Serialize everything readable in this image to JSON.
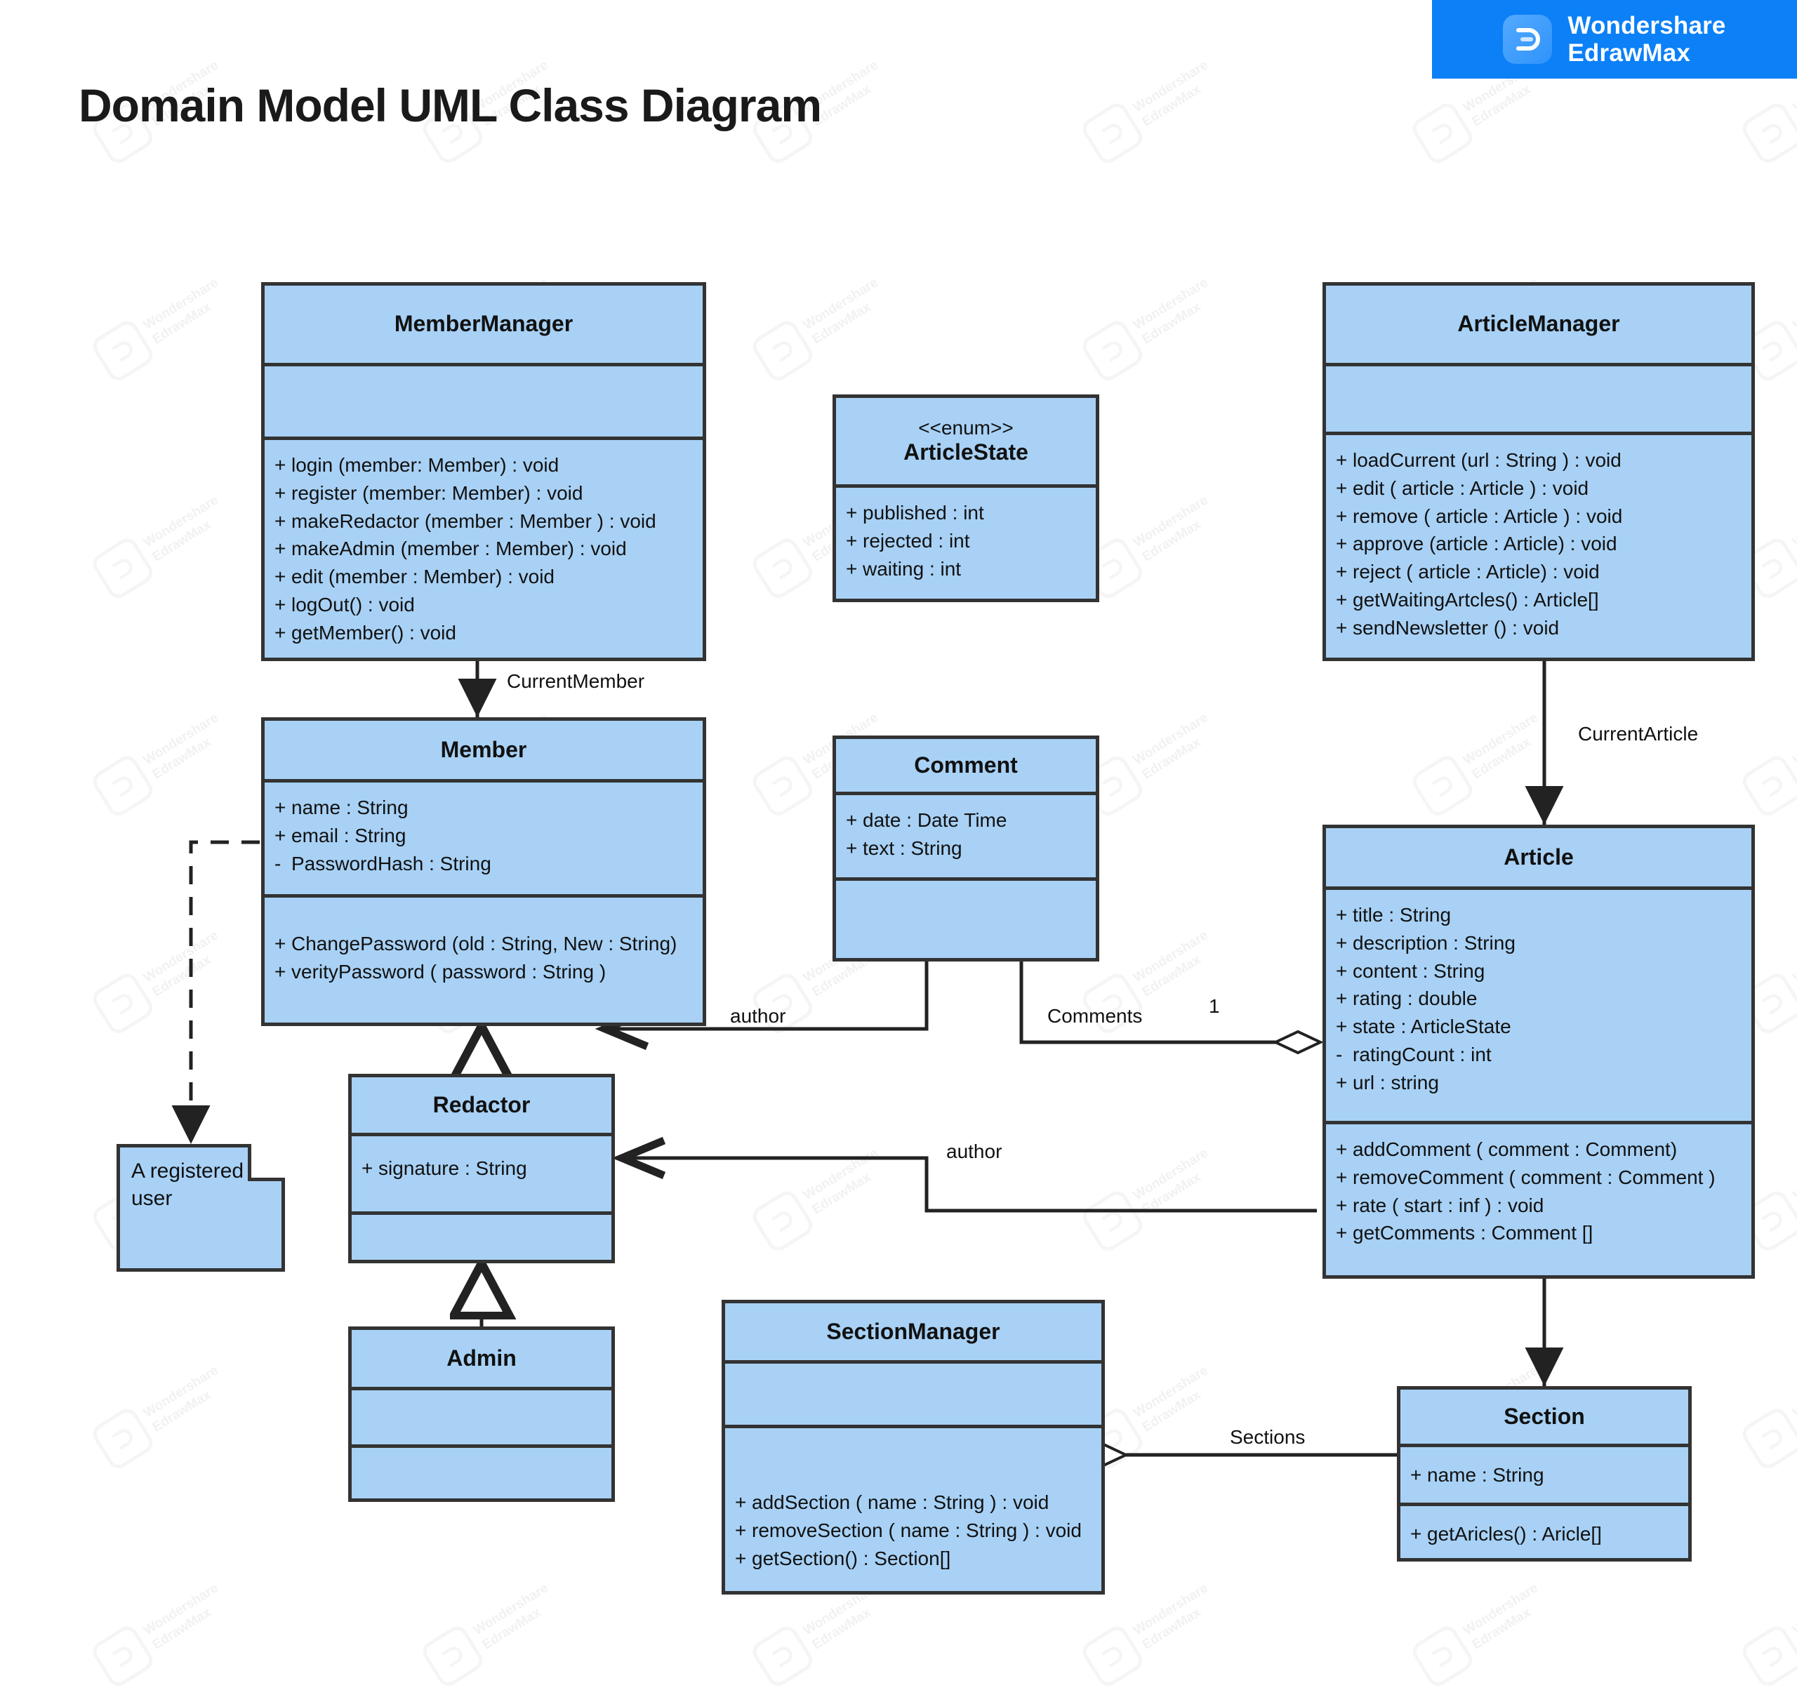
{
  "brand": {
    "line1": "Wondershare",
    "line2": "EdrawMax",
    "logo_icon": "edrawmax-logo-icon",
    "bg_color": "#0b80f7"
  },
  "page": {
    "title": "Domain Model UML Class Diagram",
    "background": "#ffffff",
    "class_fill": "#a8d1f5",
    "class_stroke": "#333333"
  },
  "diagram": {
    "type": "uml-class-diagram",
    "classes": [
      {
        "id": "member-manager",
        "name": "MemberManager",
        "stereotype": "",
        "attributes": [],
        "methods": [
          {
            "vis": "+",
            "text": "login (member: Member) : void"
          },
          {
            "vis": "+",
            "text": "register (member:  Member) : void"
          },
          {
            "vis": "+",
            "text": "makeRedactor (member : Member ) : void"
          },
          {
            "vis": "+",
            "text": "makeAdmin (member : Member) : void"
          },
          {
            "vis": "+",
            "text": "edit (member : Member) : void"
          },
          {
            "vis": "+",
            "text": "logOut() : void"
          },
          {
            "vis": "+",
            "text": "getMember() : void"
          }
        ]
      },
      {
        "id": "article-state",
        "name": "ArticleState",
        "stereotype": "<<enum>>",
        "attributes": [
          {
            "vis": "+",
            "text": "published : int"
          },
          {
            "vis": "+",
            "text": "rejected : int"
          },
          {
            "vis": "+",
            "text": "waiting : int"
          }
        ],
        "methods": []
      },
      {
        "id": "article-manager",
        "name": "ArticleManager",
        "stereotype": "",
        "attributes": [],
        "methods": [
          {
            "vis": "+",
            "text": "loadCurrent (url : String ) : void"
          },
          {
            "vis": "+",
            "text": "edit ( article : Article ) : void"
          },
          {
            "vis": "+",
            "text": "remove ( article : Article ) : void"
          },
          {
            "vis": "+",
            "text": "approve (article : Article) : void"
          },
          {
            "vis": "+",
            "text": "reject ( article : Article) : void"
          },
          {
            "vis": "+",
            "text": "getWaitingArtcles() : Article[]"
          },
          {
            "vis": "+",
            "text": "sendNewsletter () : void"
          }
        ]
      },
      {
        "id": "member",
        "name": "Member",
        "stereotype": "",
        "attributes": [
          {
            "vis": "+",
            "text": "name : String"
          },
          {
            "vis": "+",
            "text": "email : String"
          },
          {
            "vis": "-",
            "text": "PasswordHash : String"
          }
        ],
        "methods": [
          {
            "vis": "+",
            "text": "ChangePassword (old : String, New : String)"
          },
          {
            "vis": "+",
            "text": "verityPassword ( password : String )"
          }
        ]
      },
      {
        "id": "comment",
        "name": "Comment",
        "stereotype": "",
        "attributes": [
          {
            "vis": "+",
            "text": "date : Date Time"
          },
          {
            "vis": "+",
            "text": "text : String"
          }
        ],
        "methods": []
      },
      {
        "id": "article",
        "name": "Article",
        "stereotype": "",
        "attributes": [
          {
            "vis": "+",
            "text": "title : String"
          },
          {
            "vis": "+",
            "text": "description : String"
          },
          {
            "vis": "+",
            "text": "content : String"
          },
          {
            "vis": "+",
            "text": "rating : double"
          },
          {
            "vis": "+",
            "text": "state : ArticleState"
          },
          {
            "vis": "-",
            "text": "ratingCount : int"
          },
          {
            "vis": "+",
            "text": "url : string"
          }
        ],
        "methods": [
          {
            "vis": "+",
            "text": "addComment ( comment : Comment)"
          },
          {
            "vis": "+",
            "text": "removeComment ( comment : Comment )"
          },
          {
            "vis": "+",
            "text": "rate ( start : inf ) : void"
          },
          {
            "vis": "+",
            "text": "getComments : Comment []"
          }
        ]
      },
      {
        "id": "redactor",
        "name": "Redactor",
        "stereotype": "",
        "attributes": [
          {
            "vis": "+",
            "text": "signature : String"
          }
        ],
        "methods": []
      },
      {
        "id": "admin",
        "name": "Admin",
        "stereotype": "",
        "attributes": [],
        "methods": []
      },
      {
        "id": "section-manager",
        "name": "SectionManager",
        "stereotype": "",
        "attributes": [],
        "methods": [
          {
            "vis": "+",
            "text": "addSection ( name : String ) : void"
          },
          {
            "vis": "+",
            "text": "removeSection ( name : String ) : void"
          },
          {
            "vis": "+",
            "text": "getSection() : Section[]"
          }
        ]
      },
      {
        "id": "section",
        "name": "Section",
        "stereotype": "",
        "attributes": [
          {
            "vis": "+",
            "text": "name : String"
          }
        ],
        "methods": [
          {
            "vis": "+",
            "text": "getAricles() : Aricle[]"
          }
        ]
      }
    ],
    "note": {
      "id": "registered-user-note",
      "text": "A registered user"
    },
    "edge_labels": [
      {
        "id": "current-member",
        "text": "CurrentMember"
      },
      {
        "id": "current-article",
        "text": "CurrentArticle"
      },
      {
        "id": "author-comment",
        "text": "author"
      },
      {
        "id": "comments",
        "text": "Comments"
      },
      {
        "id": "comments-multiplicity",
        "text": "1"
      },
      {
        "id": "author-article",
        "text": "author"
      },
      {
        "id": "sections",
        "text": "Sections"
      }
    ]
  },
  "watermark": {
    "line1": "Wondershare",
    "line2": "EdrawMax"
  }
}
